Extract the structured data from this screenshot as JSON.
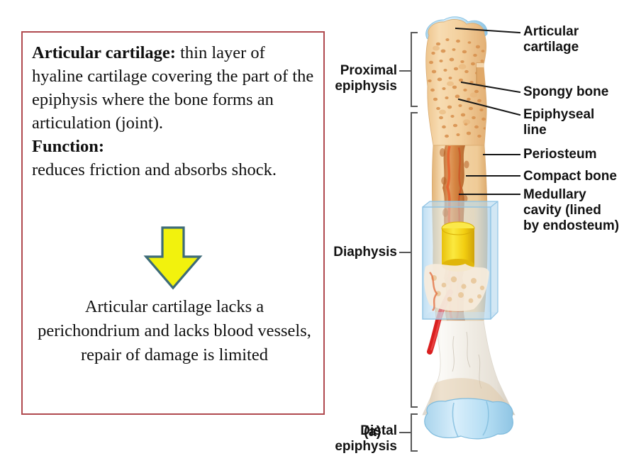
{
  "slide": {
    "background_color": "#ffffff"
  },
  "text_panel": {
    "border_color": "#b04a4f",
    "background_color": "#ffffff",
    "term": "Articular cartilage:",
    "definition": " thin layer of hyaline cartilage covering the part of the epiphysis where the bone forms an articulation (joint).",
    "function_heading": "Function:",
    "function_text": "reduces friction and absorbs shock.",
    "arrow": {
      "icon": "down-arrow-icon",
      "fill_color": "#f2f20d",
      "stroke_color": "#3d6b78",
      "direction": "down"
    },
    "conclusion": "Articular cartilage lacks a perichondrium and lacks blood vessels, repair of damage is limited"
  },
  "figure": {
    "letter": "(a)",
    "colors": {
      "articular_cartilage": "#b9ddf0",
      "spongy_bone": "#f2cf9e",
      "compact_bone": "#f0d8ae",
      "epiphyseal_line": "#c87a42",
      "marrow_yellow": "#f5d616",
      "blood_vessel": "#d91f1f",
      "distal_shaft": "#eceae4",
      "glass_box": "#cfe6f5",
      "leader_line": "#1a1a1a",
      "bracket": "#555555"
    },
    "left_labels": [
      {
        "name": "proximal-epiphysis",
        "text": "Proximal\nepiphysis"
      },
      {
        "name": "diaphysis",
        "text": "Diaphysis"
      },
      {
        "name": "distal-epiphysis",
        "text": "Distal\nepiphysis"
      }
    ],
    "right_labels": [
      {
        "name": "articular-cartilage",
        "text": "Articular\ncartilage"
      },
      {
        "name": "spongy-bone",
        "text": "Spongy bone"
      },
      {
        "name": "epiphyseal-line",
        "text": "Epiphyseal\nline"
      },
      {
        "name": "periosteum",
        "text": "Periosteum"
      },
      {
        "name": "compact-bone",
        "text": "Compact bone"
      },
      {
        "name": "medullary-cavity",
        "text": "Medullary\ncavity (lined\nby endosteum)"
      }
    ]
  }
}
